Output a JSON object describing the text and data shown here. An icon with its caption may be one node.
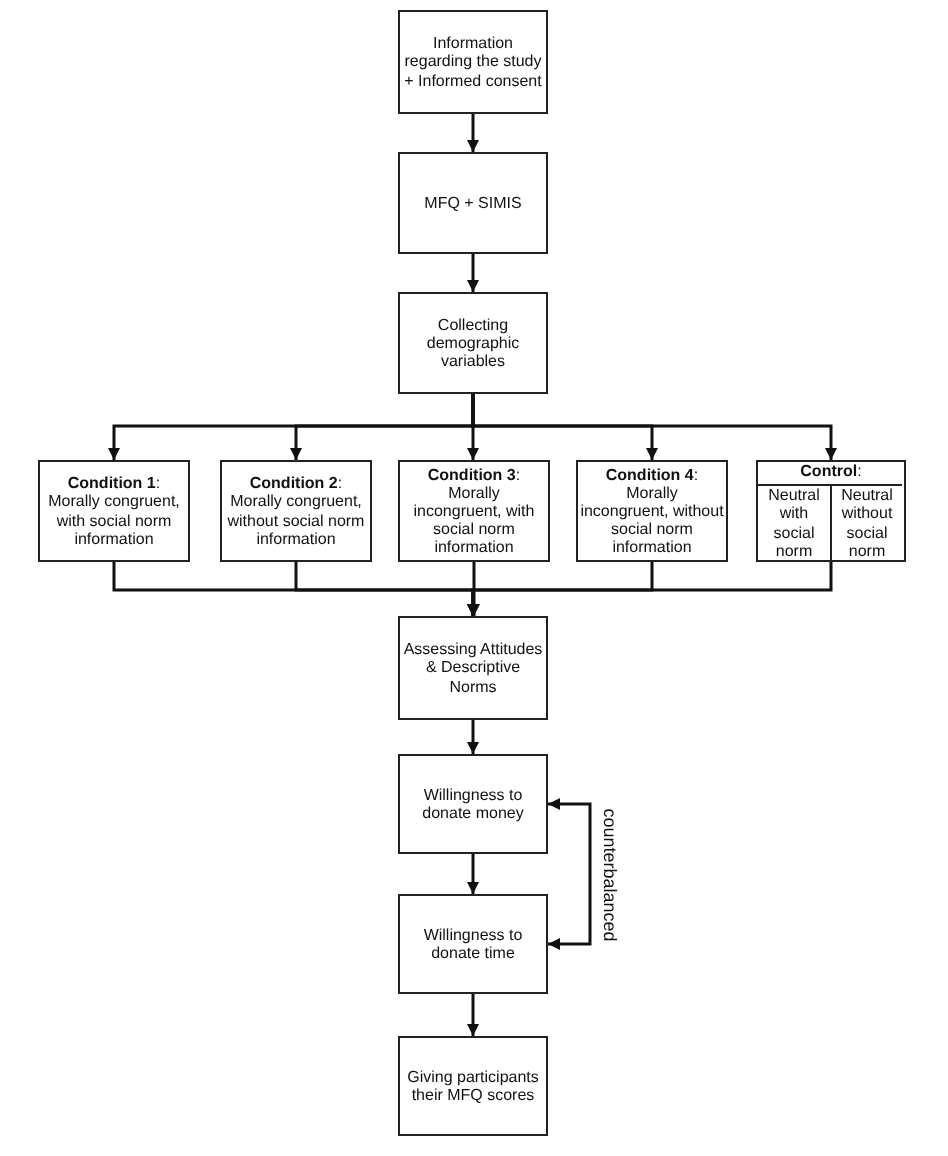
{
  "diagram": {
    "nodes": [
      {
        "text": [
          "Information regarding the study + Informed consent"
        ]
      },
      {
        "text": [
          "MFQ + SIMIS"
        ]
      },
      {
        "text": [
          "Collecting demographic variables"
        ]
      },
      {
        "text": [
          "**Condition 1**:",
          "Morally congruent, with social norm information"
        ]
      },
      {
        "text": [
          "**Condition 2**:",
          "Morally congruent, without social norm information"
        ]
      },
      {
        "text": [
          "**Condition 3**:",
          "Morally incongruent, with social norm information"
        ]
      },
      {
        "text": [
          "**Condition 4**:",
          "Morally incongruent, without social norm information"
        ]
      },
      {
        "text": [
          "**Control**:"
        ]
      },
      {
        "text": [
          "Neutral with social norm"
        ],
        "in": 7
      },
      {
        "text": [
          "Neutral without social norm"
        ],
        "in": 7
      },
      {
        "text": [
          "Assessing Attitudes & Descriptive Norms"
        ]
      },
      {
        "text": [
          "Willingness to donate money"
        ]
      },
      {
        "text": [
          "Willingness to donate time"
        ]
      },
      {
        "text": [
          "Giving participants their MFQ scores"
        ]
      }
    ],
    "edges": [
      {
        "from": 0,
        "to": 1,
        "arrow": "to"
      },
      {
        "from": 1,
        "to": 2,
        "arrow": "to"
      },
      {
        "from": 2,
        "to": 3,
        "arrow": "to"
      },
      {
        "from": 2,
        "to": 4,
        "arrow": "to"
      },
      {
        "from": 2,
        "to": 5,
        "arrow": "to"
      },
      {
        "from": 2,
        "to": 6,
        "arrow": "to"
      },
      {
        "from": 2,
        "to": 7,
        "arrow": "to"
      },
      {
        "from": 3,
        "to": 10,
        "arrow": "to"
      },
      {
        "from": 4,
        "to": 10,
        "arrow": "to"
      },
      {
        "from": 5,
        "to": 10,
        "arrow": "to"
      },
      {
        "from": 6,
        "to": 10,
        "arrow": "to"
      },
      {
        "from": 7,
        "to": 10,
        "arrow": "to"
      },
      {
        "from": 10,
        "to": 11,
        "arrow": "to"
      },
      {
        "from": 11,
        "to": 12,
        "arrow": "to"
      },
      {
        "from": 12,
        "to": 13,
        "arrow": "to"
      },
      {
        "from": 11,
        "to": 12,
        "arrow": "both",
        "label": "counterbalanced"
      }
    ]
  }
}
